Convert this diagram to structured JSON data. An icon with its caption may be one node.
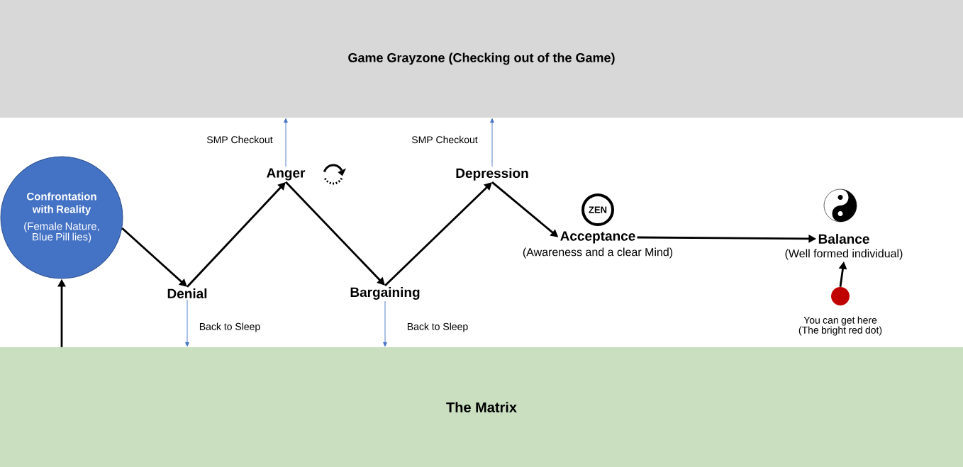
{
  "diagram": {
    "nodes": [
      {
        "text": [
          "Game Grayzone (Checking out of the Game)"
        ]
      },
      {
        "text": [
          "Confrontation with Reality",
          "(Female Nature, Blue Pill lies)"
        ]
      },
      {
        "text": [
          "Denial"
        ]
      },
      {
        "text": [
          "Anger"
        ]
      },
      {
        "text": [
          "Bargaining"
        ]
      },
      {
        "text": [
          "Depression"
        ]
      },
      {
        "text": [
          "Acceptance",
          "(Awareness and a clear Mind)"
        ]
      },
      {
        "text": [
          "Balance",
          "(Well formed individual)"
        ]
      },
      {
        "text": [],
        "shape": "circle",
        "beside": [
          "You can get here (The bright red dot)"
        ]
      },
      {
        "text": [
          "The Matrix"
        ]
      }
    ],
    "edges": [
      {
        "from": 9,
        "to": 1,
        "arrow": "to"
      },
      {
        "from": 1,
        "to": 2,
        "arrow": "to"
      },
      {
        "from": 2,
        "to": 3,
        "arrow": "to"
      },
      {
        "from": 3,
        "to": 4,
        "arrow": "to"
      },
      {
        "from": 4,
        "to": 5,
        "arrow": "to"
      },
      {
        "from": 5,
        "to": 6,
        "arrow": "to"
      },
      {
        "from": 6,
        "to": 7,
        "arrow": "to"
      },
      {
        "from": 3,
        "to": 0,
        "arrow": "to",
        "label": "SMP Checkout",
        "color": "#4472c4"
      },
      {
        "from": 5,
        "to": 0,
        "arrow": "to",
        "label": "SMP Checkout",
        "color": "#4472c4"
      },
      {
        "from": 2,
        "to": 9,
        "arrow": "to",
        "label": "Back to Sleep",
        "color": "#4472c4"
      },
      {
        "from": 4,
        "to": 9,
        "arrow": "to",
        "label": "Back to Sleep",
        "color": "#4472c4"
      },
      {
        "from": 8,
        "to": 7,
        "arrow": "to"
      }
    ],
    "labels": [
      "ZEN"
    ]
  }
}
